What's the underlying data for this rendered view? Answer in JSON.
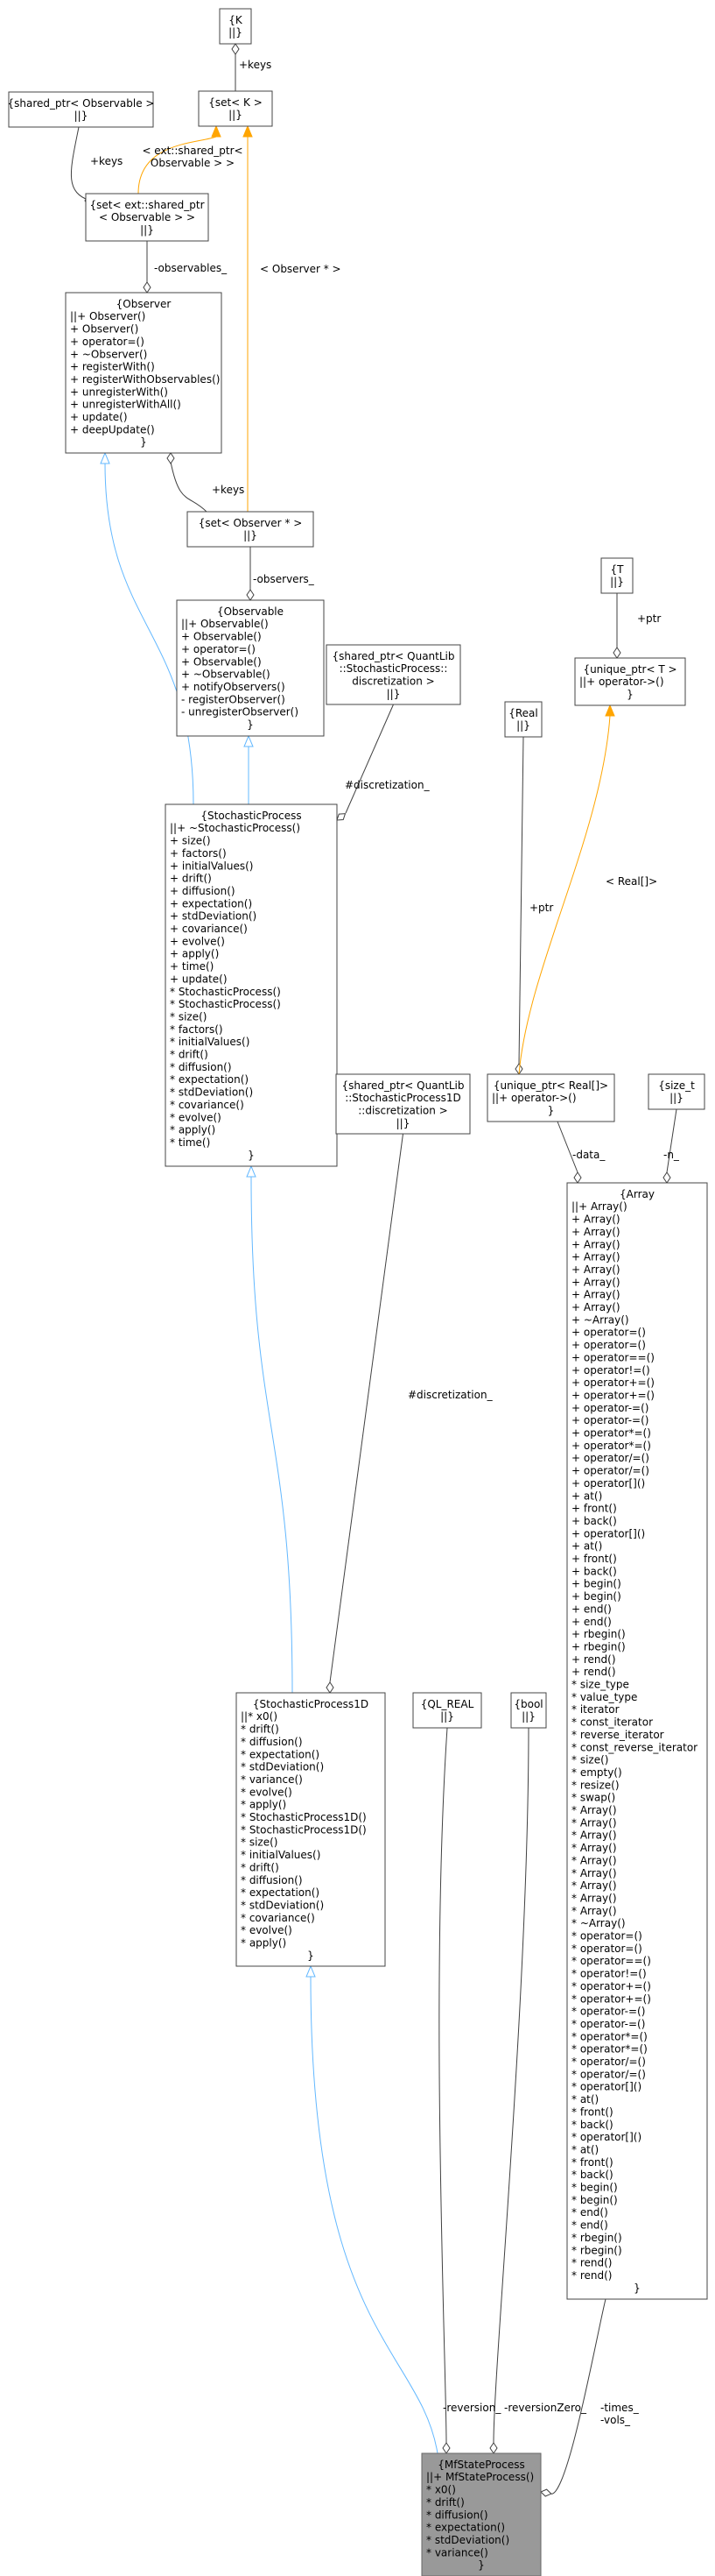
{
  "colors": {
    "inheritance": "#63b8ff",
    "template": "#ffa500",
    "usage": "#404040",
    "focus_fill": "#999999"
  },
  "nodes": [
    {
      "id": "k",
      "lines": [
        "{K",
        "||}"
      ]
    },
    {
      "id": "setk",
      "lines": [
        "{set< K >",
        "||}"
      ]
    },
    {
      "id": "sp_obs",
      "lines": [
        "{shared_ptr< Observable >",
        "||}"
      ]
    },
    {
      "id": "set_ext",
      "lines": [
        "{set< ext::shared_ptr",
        "< Observable > >",
        "||}"
      ]
    },
    {
      "id": "observer",
      "lines": [
        "{Observer",
        "||+ Observer()",
        "+ Observer()",
        "+ operator=()",
        "+ ~Observer()",
        "+ registerWith()",
        "+ registerWithObservables()",
        "+ unregisterWith()",
        "+ unregisterWithAll()",
        "+ update()",
        "+ deepUpdate()",
        "}"
      ]
    },
    {
      "id": "set_observer",
      "lines": [
        "{set< Observer * >",
        "||}"
      ]
    },
    {
      "id": "observable",
      "lines": [
        "{Observable",
        "||+ Observable()",
        "+ Observable()",
        "+ operator=()",
        "+ Observable()",
        "+ ~Observable()",
        "+ notifyObservers()",
        "- registerObserver()",
        "- unregisterObserver()",
        "}"
      ]
    },
    {
      "id": "sp_sp_disc",
      "lines": [
        "{shared_ptr< QuantLib",
        "::StochasticProcess::",
        "discretization >",
        "||}"
      ]
    },
    {
      "id": "stoch",
      "lines": [
        "{StochasticProcess",
        "||+ ~StochasticProcess()",
        "+ size()",
        "+ factors()",
        "+ initialValues()",
        "+ drift()",
        "+ diffusion()",
        "+ expectation()",
        "+ stdDeviation()",
        "+ covariance()",
        "+ evolve()",
        "+ apply()",
        "+ time()",
        "+ update()",
        "* StochasticProcess()",
        "* StochasticProcess()",
        "* size()",
        "* factors()",
        "* initialValues()",
        "* drift()",
        "* diffusion()",
        "* expectation()",
        "* stdDeviation()",
        "* covariance()",
        "* evolve()",
        "* apply()",
        "* time()",
        "}"
      ]
    },
    {
      "id": "sp_sp1d_disc",
      "lines": [
        "{shared_ptr< QuantLib",
        "::StochasticProcess1D",
        "::discretization >",
        "||}"
      ]
    },
    {
      "id": "real",
      "lines": [
        "{Real",
        "||}"
      ]
    },
    {
      "id": "t",
      "lines": [
        "{T",
        "||}"
      ]
    },
    {
      "id": "uptr_t",
      "lines": [
        "{unique_ptr< T >",
        "||+ operator->()",
        "}"
      ]
    },
    {
      "id": "uptr_real",
      "lines": [
        "{unique_ptr< Real[]>",
        "||+ operator->()",
        "}"
      ]
    },
    {
      "id": "size_t",
      "lines": [
        "{size_t",
        "||}"
      ]
    },
    {
      "id": "array",
      "lines": [
        "{Array",
        "||+ Array()",
        "+ Array()",
        "+ Array()",
        "+ Array()",
        "+ Array()",
        "+ Array()",
        "+ Array()",
        "+ Array()",
        "+ Array()",
        "+ ~Array()",
        "+ operator=()",
        "+ operator=()",
        "+ operator==()",
        "+ operator!=()",
        "+ operator+=()",
        "+ operator+=()",
        "+ operator-=()",
        "+ operator-=()",
        "+ operator*=()",
        "+ operator*=()",
        "+ operator/=()",
        "+ operator/=()",
        "+ operator[]()",
        "+ at()",
        "+ front()",
        "+ back()",
        "+ operator[]()",
        "+ at()",
        "+ front()",
        "+ back()",
        "+ begin()",
        "+ begin()",
        "+ end()",
        "+ end()",
        "+ rbegin()",
        "+ rbegin()",
        "+ rend()",
        "+ rend()",
        "* size_type",
        "* value_type",
        "* iterator",
        "* const_iterator",
        "* reverse_iterator",
        "* const_reverse_iterator",
        "* size()",
        "* empty()",
        "* resize()",
        "* swap()",
        "* Array()",
        "* Array()",
        "* Array()",
        "* Array()",
        "* Array()",
        "* Array()",
        "* Array()",
        "* Array()",
        "* Array()",
        "* ~Array()",
        "* operator=()",
        "* operator=()",
        "* operator==()",
        "* operator!=()",
        "* operator+=()",
        "* operator+=()",
        "* operator-=()",
        "* operator-=()",
        "* operator*=()",
        "* operator*=()",
        "* operator/=()",
        "* operator/=()",
        "* operator[]()",
        "* at()",
        "* front()",
        "* back()",
        "* operator[]()",
        "* at()",
        "* front()",
        "* back()",
        "* begin()",
        "* begin()",
        "* end()",
        "* end()",
        "* rbegin()",
        "* rbegin()",
        "* rend()",
        "* rend()",
        "}"
      ]
    },
    {
      "id": "stoch1d",
      "lines": [
        "{StochasticProcess1D",
        "||* x0()",
        "* drift()",
        "* diffusion()",
        "* expectation()",
        "* stdDeviation()",
        "* variance()",
        "* evolve()",
        "* apply()",
        "* StochasticProcess1D()",
        "* StochasticProcess1D()",
        "* size()",
        "* initialValues()",
        "* drift()",
        "* diffusion()",
        "* expectation()",
        "* stdDeviation()",
        "* covariance()",
        "* evolve()",
        "* apply()",
        "}"
      ]
    },
    {
      "id": "ql_real",
      "lines": [
        "{QL_REAL",
        "||}"
      ]
    },
    {
      "id": "bool",
      "lines": [
        "{bool",
        "||}"
      ]
    },
    {
      "id": "mf",
      "lines": [
        "{MfStateProcess",
        "||+ MfStateProcess()",
        "* x0()",
        "* drift()",
        "* diffusion()",
        "* expectation()",
        "* stdDeviation()",
        "* variance()",
        "}"
      ]
    }
  ],
  "edge_labels": {
    "keys_k": "+keys",
    "keys_sp_obs": "+keys",
    "template_ext": "< ext::shared_ptr<\nObservable > >",
    "template_observer": "< Observer * >",
    "observables": "-observables_",
    "keys_observer": "+keys",
    "observers": "-observers_",
    "discretization_sp": "#discretization_",
    "discretization_sp1d": "#discretization_",
    "ptr_real": "+ptr",
    "ptr_t": "+ptr",
    "template_real": "< Real[]>",
    "data": "-data_",
    "n": "-n_",
    "reversion": "-reversion_",
    "reversion_zero": "-reversionZero_",
    "times_vols": "-times_\n-vols_"
  }
}
